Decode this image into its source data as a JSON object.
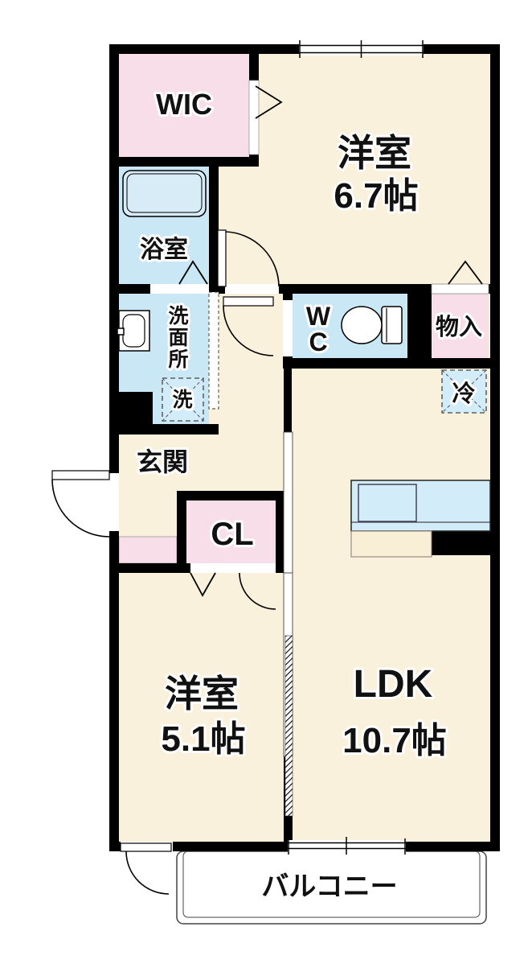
{
  "floorplan": {
    "rooms": {
      "wic": {
        "label": "WIC"
      },
      "bedroom_top": {
        "name": "洋室",
        "size": "6.7帖"
      },
      "bathroom": {
        "label": "浴室"
      },
      "washroom": {
        "chars": [
          "洗",
          "面",
          "所"
        ]
      },
      "washing_machine": {
        "label": "洗"
      },
      "toilet": {
        "chars": [
          "W",
          "C"
        ]
      },
      "storage": {
        "label": "物入"
      },
      "refrigerator": {
        "label": "冷"
      },
      "entrance": {
        "label": "玄関"
      },
      "closet": {
        "label": "CL"
      },
      "bedroom_bottom": {
        "name": "洋室",
        "size": "5.1帖"
      },
      "ldk": {
        "name": "LDK",
        "size": "10.7帖"
      },
      "balcony": {
        "label": "バルコニー"
      }
    },
    "colors": {
      "wall": "#000000",
      "floor_cream": "#faf1dc",
      "wet_blue": "#c9e7f4",
      "closet_pink": "#f8dee9",
      "appliance_blue": "#d3ecfa",
      "tub_blue": "#d8ecf7",
      "counter_tan": "#f8efd6",
      "balcony_outline": "#444444"
    }
  }
}
